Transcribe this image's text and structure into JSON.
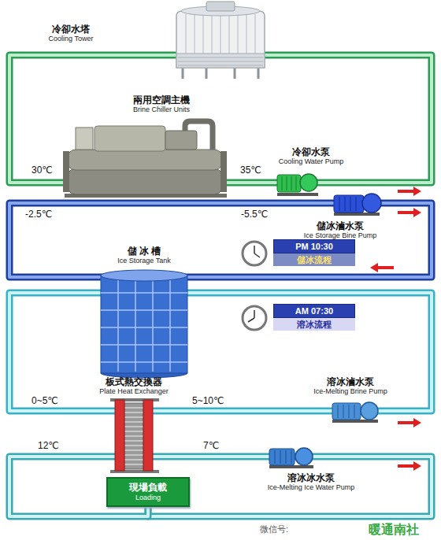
{
  "diagram": {
    "nodes": [
      {
        "text": [
          "冷卻水塔",
          "Cooling Tower"
        ]
      },
      {
        "text": [
          "兩用空調主機",
          "Brine Chiller Units"
        ]
      },
      {
        "text": [
          "冷卻水泵",
          "Cooling Water Pump"
        ]
      },
      {
        "text": [
          "儲冰滷水泵",
          "Ice Storage Bine Pump"
        ]
      },
      {
        "text": [
          "儲 冰 槽",
          "Ice Storage Tank"
        ]
      },
      {
        "text": [
          "PM 10:30",
          "儲冰流程"
        ]
      },
      {
        "text": [
          "AM 07:30",
          "溶冰流程"
        ]
      },
      {
        "text": [
          "板式熱交換器",
          "Plate Heat Exchanger"
        ]
      },
      {
        "text": [
          "溶冰滷水泵",
          "Ice-Melting Brine Pump"
        ]
      },
      {
        "text": [
          "溶冰冰水泵",
          "Ice-Melting Ice Water Pump"
        ]
      },
      {
        "text": [
          "現場負載",
          "Loading"
        ]
      }
    ],
    "edges": [
      {
        "from": 0,
        "to": 1,
        "arrow": "none"
      },
      {
        "from": 1,
        "to": 2,
        "arrow": "none"
      },
      {
        "from": 2,
        "to": 0,
        "arrow": "none"
      },
      {
        "from": 1,
        "to": 3,
        "arrow": "none"
      },
      {
        "from": 3,
        "to": 4,
        "arrow": "none"
      },
      {
        "from": 4,
        "to": 1,
        "arrow": "none"
      },
      {
        "from": 4,
        "to": 7,
        "arrow": "none"
      },
      {
        "from": 7,
        "to": 8,
        "arrow": "none"
      },
      {
        "from": 8,
        "to": 4,
        "arrow": "none"
      },
      {
        "from": 7,
        "to": 9,
        "arrow": "none"
      },
      {
        "from": 9,
        "to": 10,
        "arrow": "none"
      },
      {
        "from": 10,
        "to": 7,
        "arrow": "none"
      }
    ],
    "labels": [
      "30℃",
      "35℃",
      "-2.5℃",
      "-5.5℃",
      "0~5℃",
      "5~10℃",
      "12℃",
      "7℃",
      "微信号:",
      "暖通南社"
    ]
  }
}
